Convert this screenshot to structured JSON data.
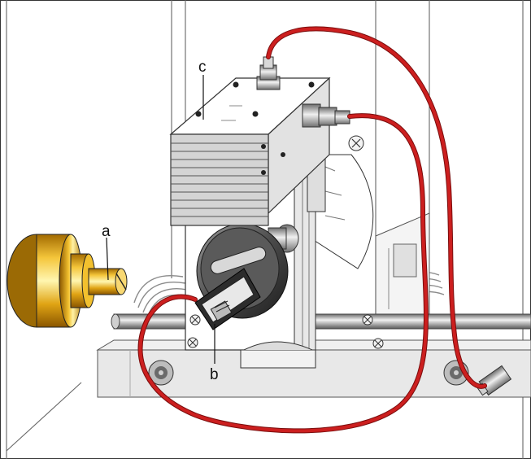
{
  "labels": {
    "a": "a",
    "b": "b",
    "c": "c"
  },
  "colors": {
    "cable": "#cc1f1f",
    "cable_highlight": "#f07878",
    "brass": "#e2a818",
    "brass_light": "#fff2a6",
    "metal_light": "#f2f2f2",
    "metal_dark": "#3a3a3a",
    "housing": "#dcdcdc",
    "bench": "#e6e6e6"
  },
  "icons": [
    "screw-icon",
    "knob-icon",
    "connector-icon"
  ]
}
